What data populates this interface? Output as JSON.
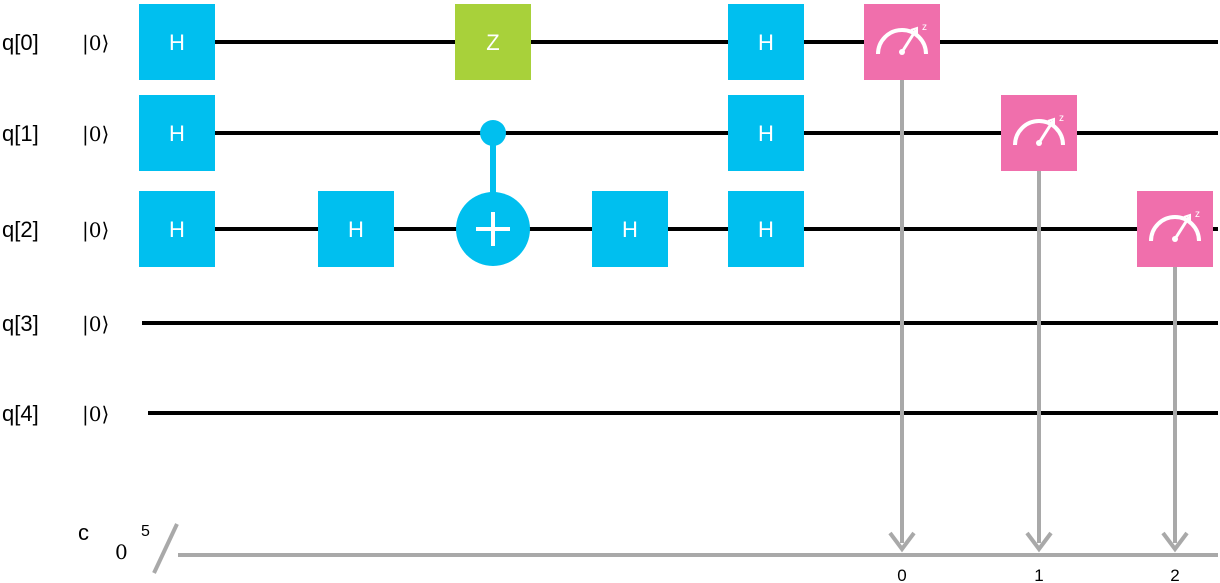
{
  "qubits": [
    {
      "name": "q[0]",
      "init": "|0⟩"
    },
    {
      "name": "q[1]",
      "init": "|0⟩"
    },
    {
      "name": "q[2]",
      "init": "|0⟩"
    },
    {
      "name": "q[3]",
      "init": "|0⟩"
    },
    {
      "name": "q[4]",
      "init": "|0⟩"
    }
  ],
  "creg": {
    "name": "c",
    "init": "0",
    "width": "5",
    "bit_labels": [
      "0",
      "1",
      "2"
    ]
  },
  "gates": [
    {
      "type": "H",
      "label": "H",
      "qubit": 0,
      "step": 0
    },
    {
      "type": "H",
      "label": "H",
      "qubit": 1,
      "step": 0
    },
    {
      "type": "H",
      "label": "H",
      "qubit": 2,
      "step": 0
    },
    {
      "type": "H",
      "label": "H",
      "qubit": 2,
      "step": 1
    },
    {
      "type": "Z",
      "label": "Z",
      "qubit": 0,
      "step": 2
    },
    {
      "type": "CNOT",
      "control": 1,
      "target": 2,
      "step": 2
    },
    {
      "type": "H",
      "label": "H",
      "qubit": 2,
      "step": 3
    },
    {
      "type": "H",
      "label": "H",
      "qubit": 0,
      "step": 4
    },
    {
      "type": "H",
      "label": "H",
      "qubit": 1,
      "step": 4
    },
    {
      "type": "H",
      "label": "H",
      "qubit": 2,
      "step": 4
    },
    {
      "type": "MEASURE",
      "qubit": 0,
      "cbit": 0,
      "step": 5,
      "basis": "z"
    },
    {
      "type": "MEASURE",
      "qubit": 1,
      "cbit": 1,
      "step": 6,
      "basis": "z"
    },
    {
      "type": "MEASURE",
      "qubit": 2,
      "cbit": 2,
      "step": 7,
      "basis": "z"
    }
  ],
  "colors": {
    "h_gate": "#00bfef",
    "z_gate": "#a8d13a",
    "cnot": "#00bfef",
    "measure": "#f06fac",
    "wire": "#000000",
    "classical": "#a9a9a9",
    "gate_text": "#ffffff"
  }
}
